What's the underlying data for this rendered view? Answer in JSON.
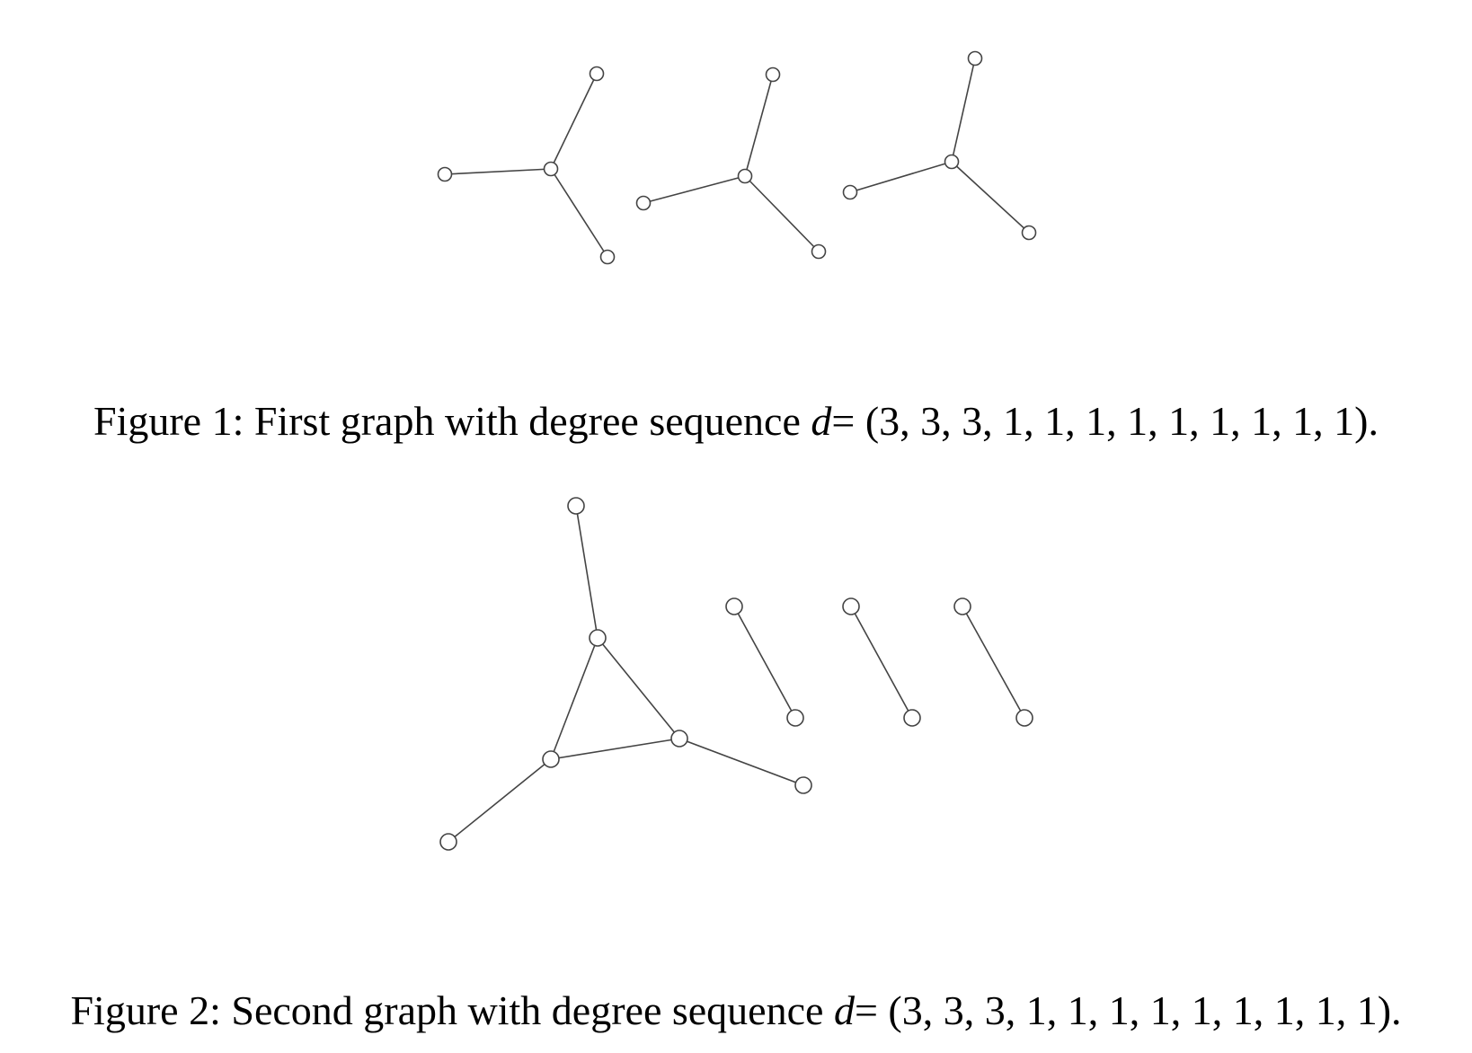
{
  "figures": [
    {
      "caption": {
        "label": "Figure 1:",
        "text": "First graph with degree sequence",
        "variable": "d",
        "equals": "=",
        "sequence": "(3, 3, 3, 1, 1, 1, 1, 1, 1, 1, 1, 1)."
      },
      "graph": {
        "degree_sequence": [
          3,
          3,
          3,
          1,
          1,
          1,
          1,
          1,
          1,
          1,
          1,
          1
        ],
        "components": 3,
        "description_shape": "three disjoint stars, each a center node joined to three leaves"
      }
    },
    {
      "caption": {
        "label": "Figure 2:",
        "text": "Second graph with degree sequence",
        "variable": "d",
        "equals": "=",
        "sequence": "(3, 3, 3, 1, 1, 1, 1, 1, 1, 1, 1, 1)."
      },
      "graph": {
        "degree_sequence": [
          3,
          3,
          3,
          1,
          1,
          1,
          1,
          1,
          1,
          1,
          1,
          1
        ],
        "components": 4,
        "description_shape": "a triangle with one pendant leaf on each vertex, plus three disjoint single edges"
      }
    }
  ],
  "colors": {
    "stroke": "#444444",
    "node_fill": "#ffffff",
    "text": "#000000"
  }
}
